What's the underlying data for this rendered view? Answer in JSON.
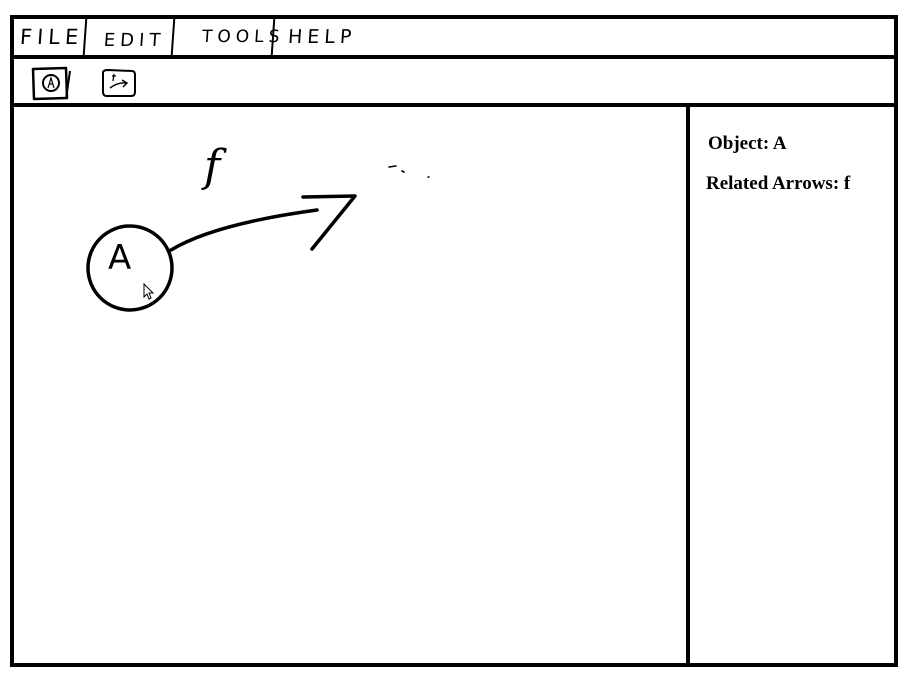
{
  "menu": {
    "file": "FILE",
    "edit": "EDIT",
    "tools": "TOOLS",
    "help": "HELP"
  },
  "toolbar": {
    "node_tool_icon": "circle-node-icon",
    "arrow_tool_icon": "arrow-tool-icon"
  },
  "canvas": {
    "arrow_label": "f",
    "node_label": "A"
  },
  "properties": {
    "object_line": "Object: A",
    "arrows_line": "Related Arrows: f"
  }
}
